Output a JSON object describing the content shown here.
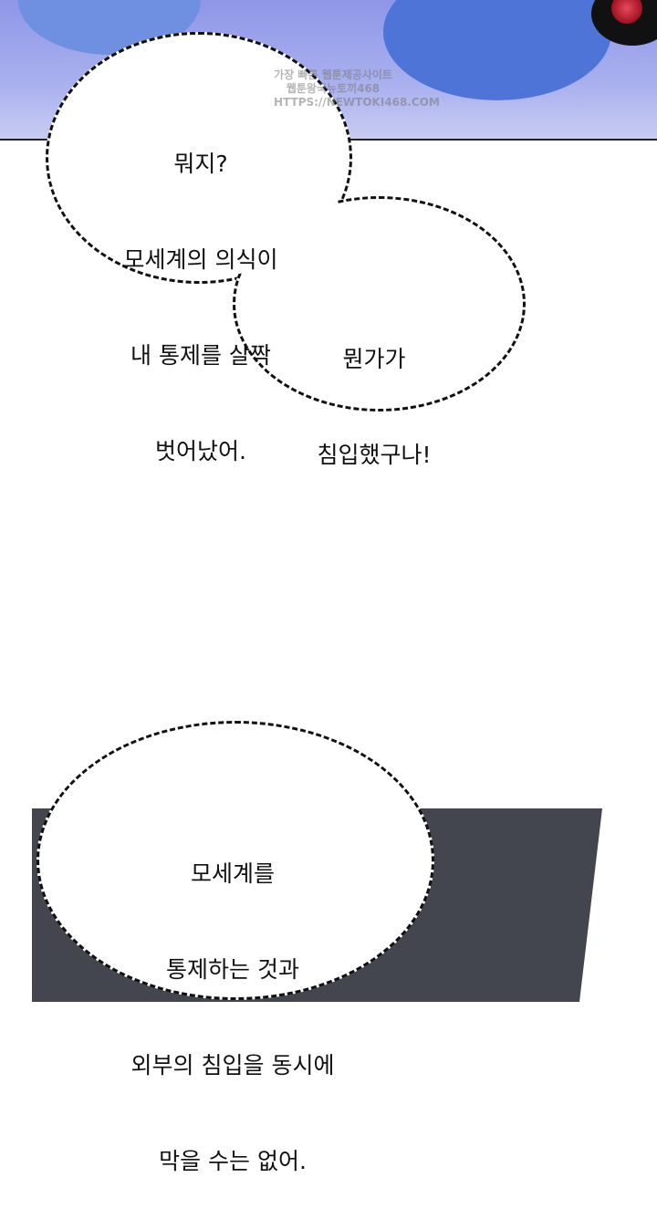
{
  "bubbles": [
    {
      "lines": [
        "뭐지?",
        "모세계의 의식이",
        "내 통제를 살짝",
        "벗어났어."
      ]
    },
    {
      "lines": [
        "뭔가가",
        "침입했구나!"
      ]
    },
    {
      "lines": [
        "모세계를",
        "통제하는 것과",
        "외부의 침입을 동시에",
        "막을 수는 없어."
      ]
    }
  ],
  "watermark": {
    "line1": "가장 빠른 웹툰제공사이트",
    "line2": "웹툰왕국뉴토끼468",
    "line3": "HTTPS://NEWTOKI468.COM"
  },
  "colors": {
    "sky": "#a9b0ee",
    "panel_dark": "#44464f",
    "eye_red": "#c0202e"
  }
}
